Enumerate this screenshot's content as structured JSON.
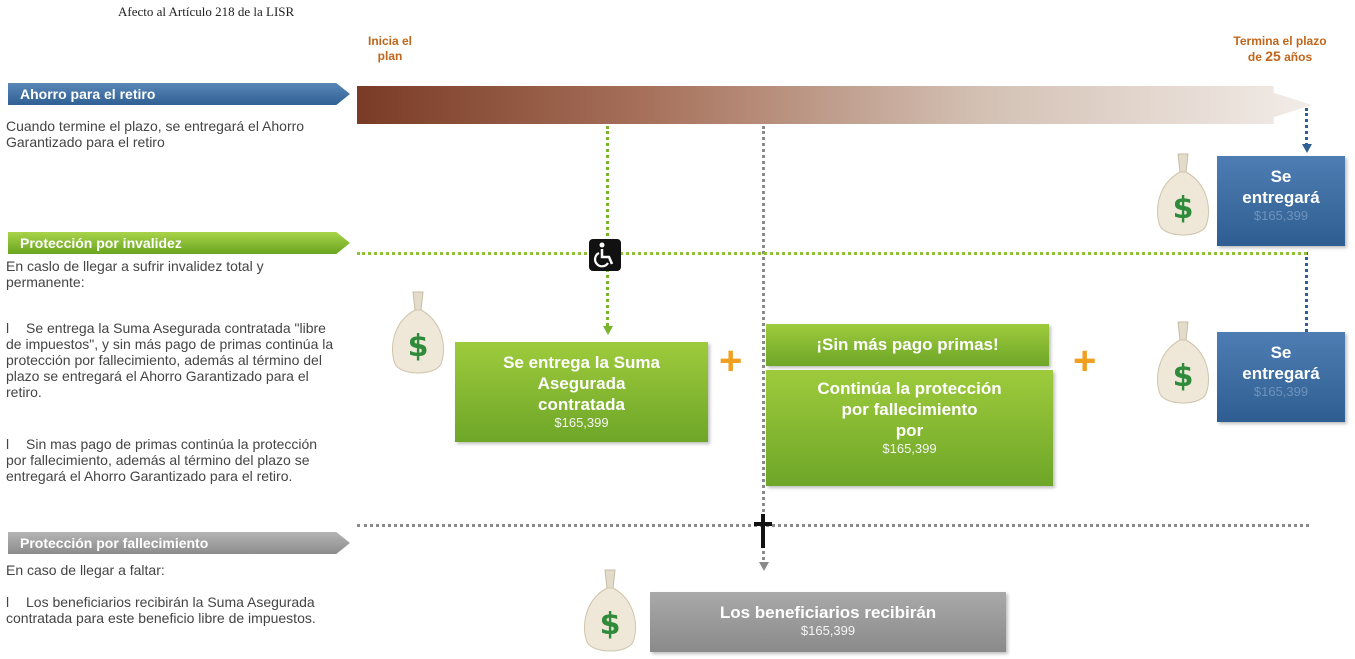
{
  "header_note": "Afecto al Artículo 218 de la LISR",
  "timeline": {
    "start_label": [
      "Inicia el",
      "plan"
    ],
    "end_label_line1": "Termina el plazo",
    "end_label_prefix": "de ",
    "end_label_years": "25",
    "end_label_suffix": " años"
  },
  "retiro": {
    "banner": "Ahorro para el retiro",
    "description": "Cuando termine el plazo, se entregará el Ahorro Garantizado para el retiro",
    "box_title": [
      "Se",
      "entregará"
    ],
    "box_amount": "$165,399"
  },
  "invalidez": {
    "banner": "Protección por invalidez",
    "description": "En caslo de llegar a sufrir invalidez total y permanente:",
    "bullet_char": "l",
    "bullets": [
      "Se entrega la Suma Asegurada contratada \"libre de impuestos\", y sin más pago de primas continúa la protección por fallecimiento, además al término del plazo se entregará el Ahorro Garantizado para el retiro.",
      "Sin mas pago de primas continúa la protección por fallecimiento, además al término del plazo se entregará el Ahorro Garantizado para el retiro."
    ],
    "box1_title": [
      "Se entrega la Suma",
      "Asegurada",
      "contratada"
    ],
    "box1_amount": "$165,399",
    "box2_header": "¡Sin más pago primas!",
    "box2_title": [
      "Continúa la protección",
      "por fallecimiento",
      "por"
    ],
    "box2_amount": "$165,399",
    "box3_title": [
      "Se",
      "entregará"
    ],
    "box3_amount": "$165,399",
    "plus": "+"
  },
  "fallecimiento": {
    "banner": "Protección por fallecimiento",
    "description": "En caso de llegar a faltar:",
    "bullet_char": "l",
    "bullets": [
      "Los beneficiarios recibirán la Suma Asegurada contratada para este beneficio libre de impuestos."
    ],
    "box_title": "Los beneficiarios recibirán",
    "box_amount": "$165,399"
  },
  "icons": [
    "wheelchair-icon",
    "cross-icon",
    "money-bag-icon"
  ],
  "colors": {
    "blue": "#2f5f93",
    "green": "#7ab42c",
    "gray": "#8c8c8c",
    "orange": "#c0661a",
    "timeline_start": "#7a3b26"
  }
}
